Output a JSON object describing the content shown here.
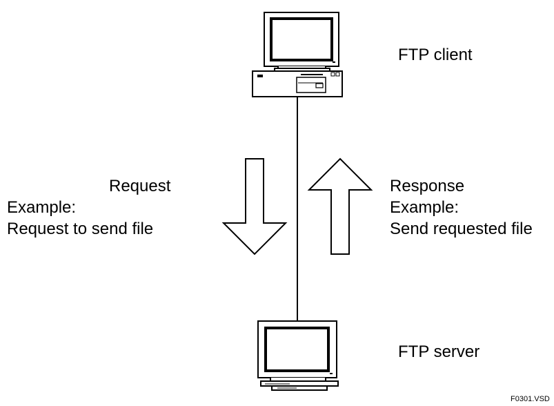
{
  "client": {
    "label": "FTP client"
  },
  "server": {
    "label": "FTP server"
  },
  "request": {
    "title": "Request",
    "example_label": "Example:",
    "example_text": "Request to send file"
  },
  "response": {
    "title": "Response",
    "example_label": "Example:",
    "example_text": "Send requested file"
  },
  "figure_code": "F0301.VSD",
  "colors": {
    "stroke": "#000000",
    "background": "#ffffff"
  }
}
